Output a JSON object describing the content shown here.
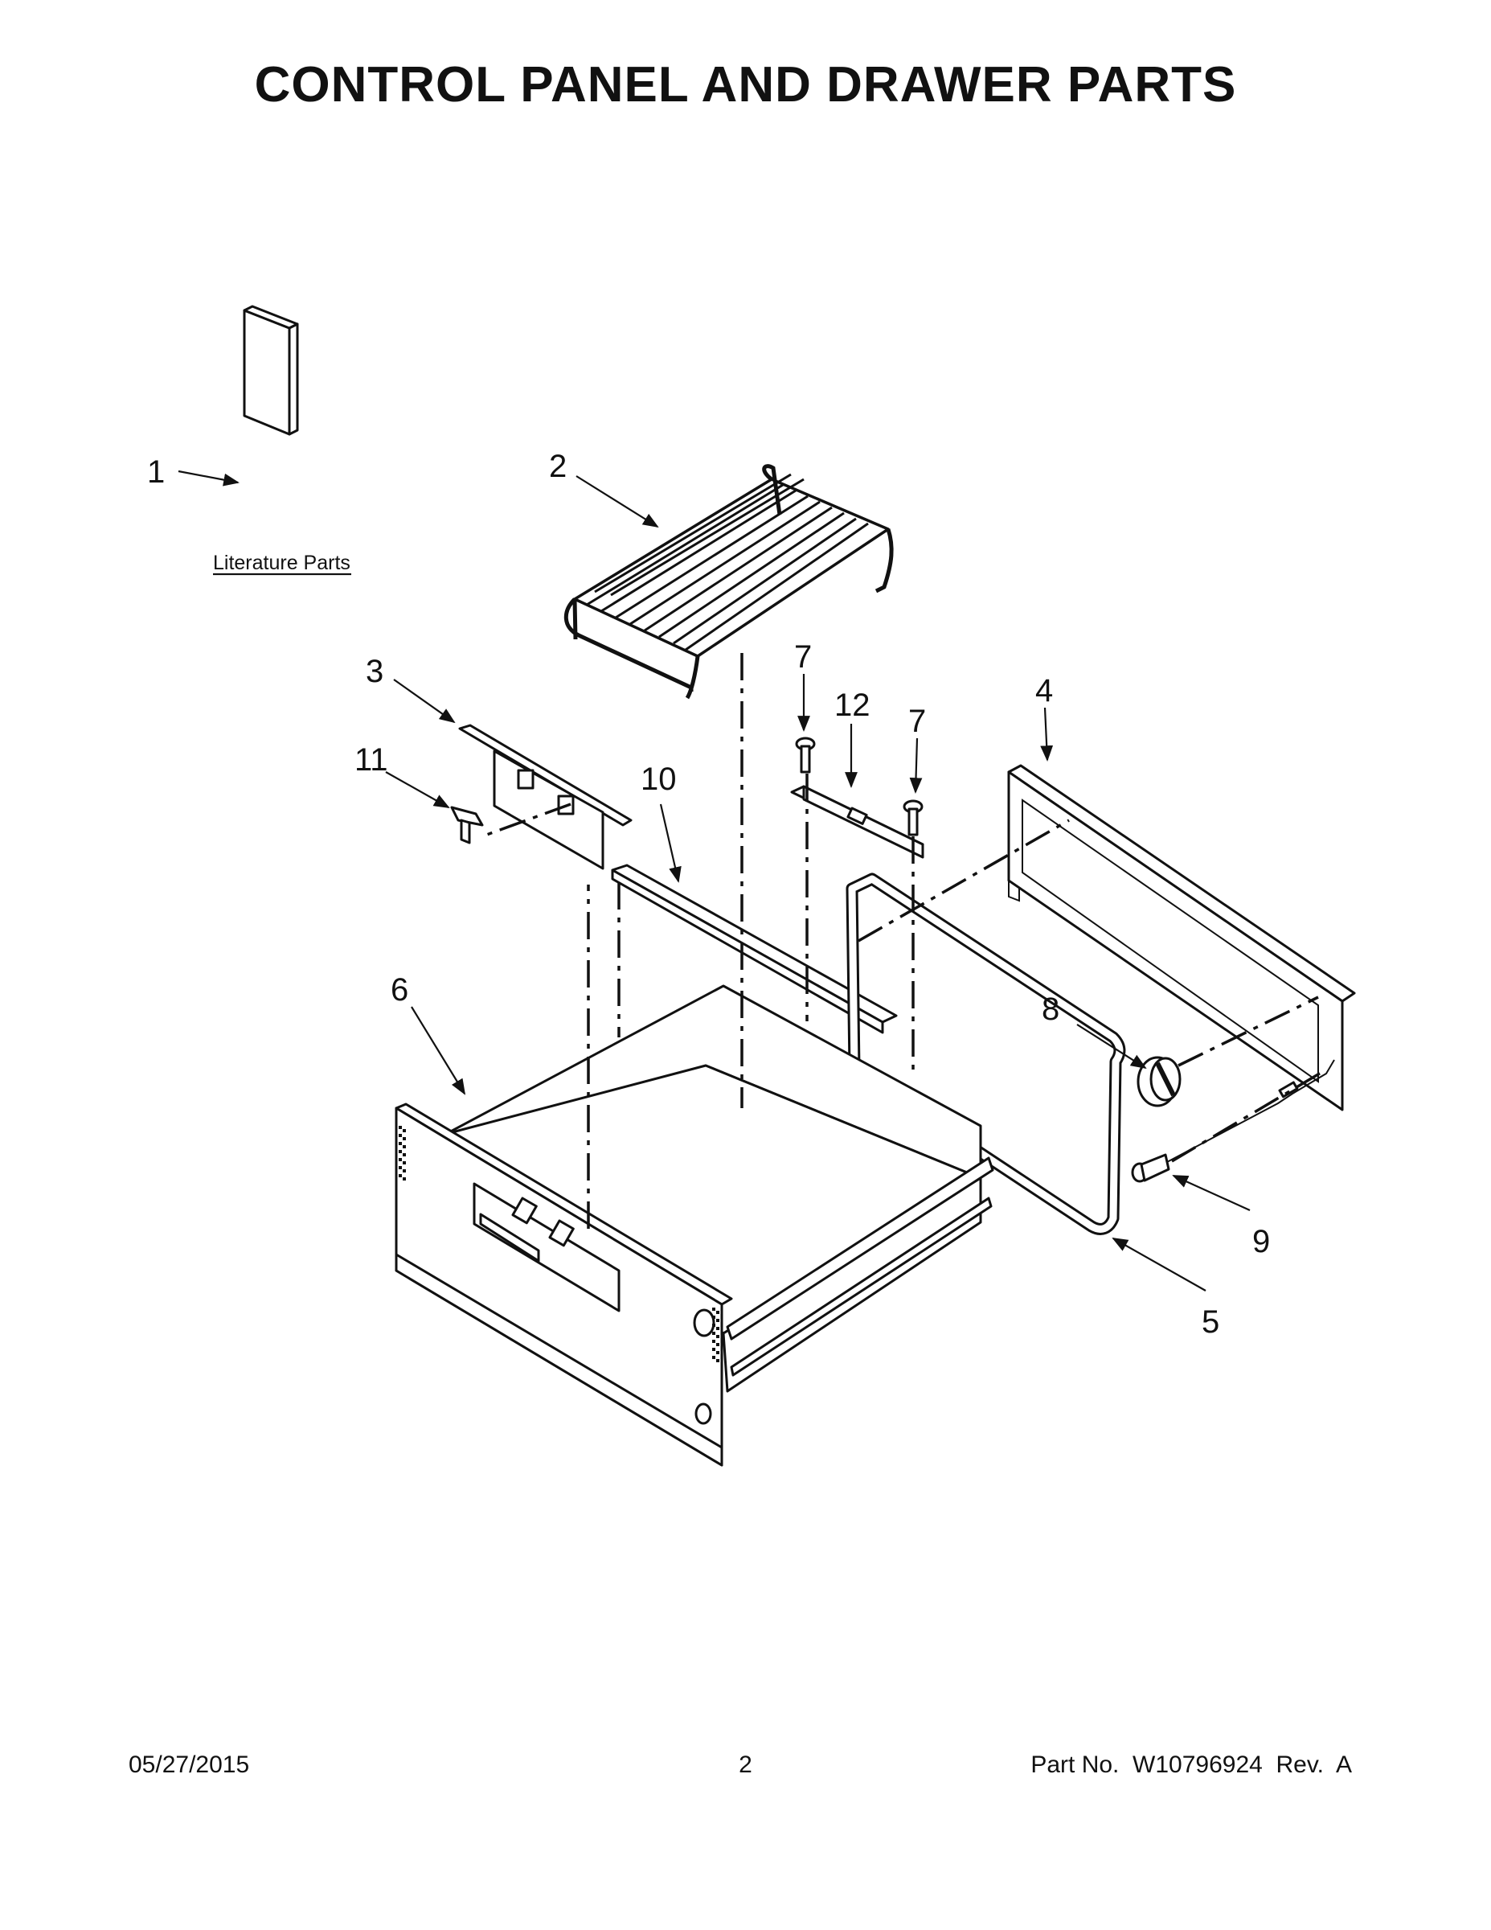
{
  "title": "CONTROL PANEL AND DRAWER PARTS",
  "callouts": [
    "1",
    "2",
    "3",
    "4",
    "5",
    "6",
    "7",
    "7",
    "8",
    "9",
    "10",
    "11",
    "12"
  ],
  "literature_label": "Literature Parts",
  "footer": {
    "date": "05/27/2015",
    "page": "2",
    "part_info": "Part No.  W10796924  Rev.  A"
  }
}
